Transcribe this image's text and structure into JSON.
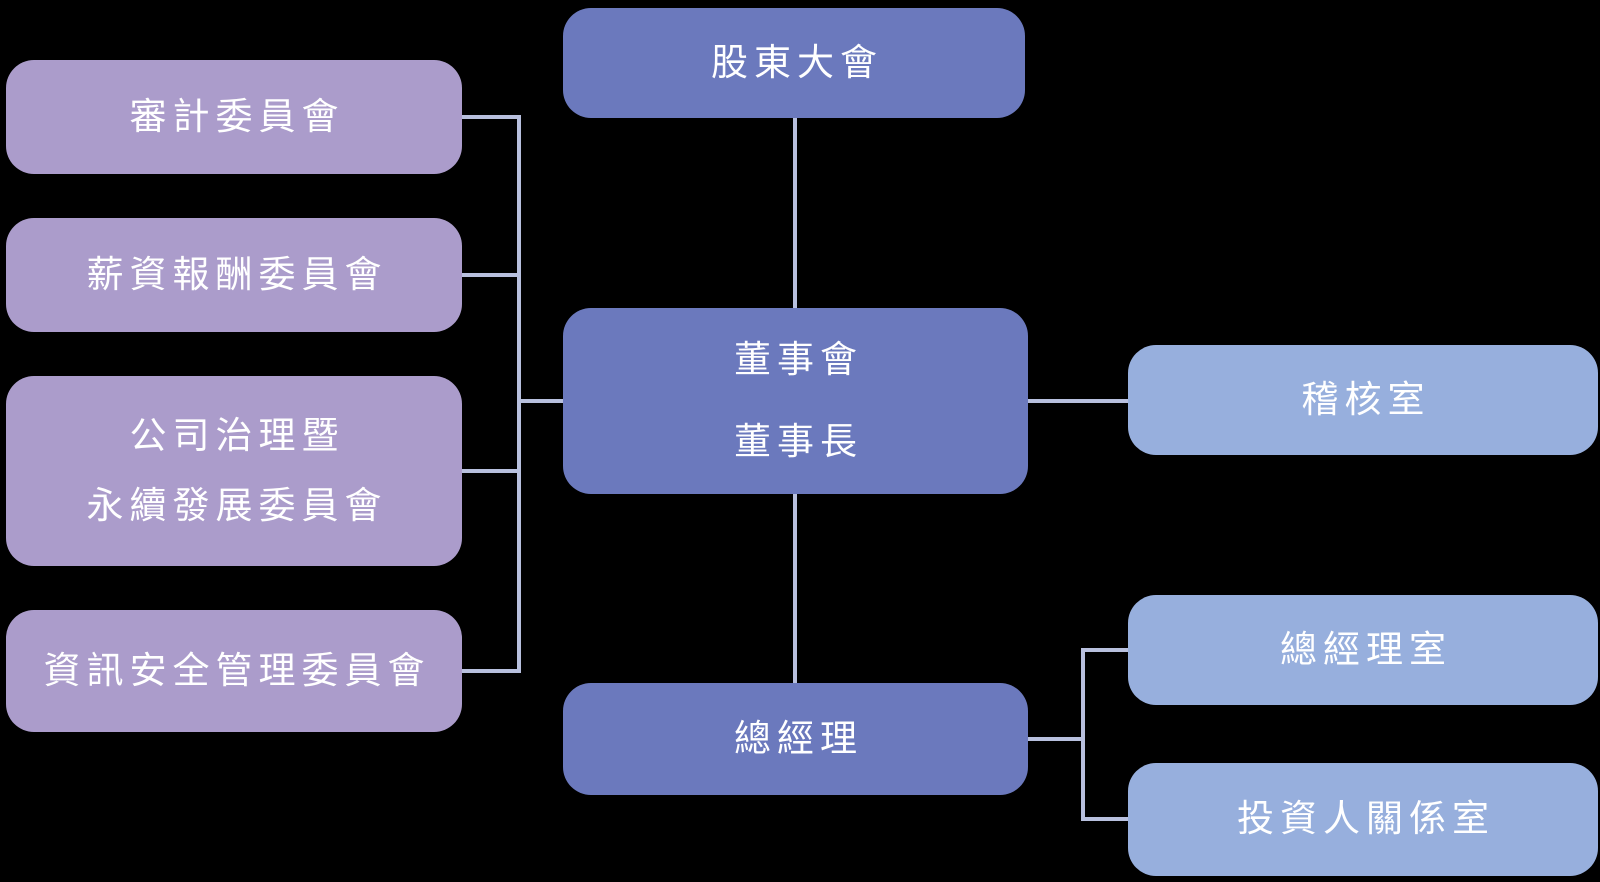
{
  "diagram": {
    "title": "organization-governance-chart",
    "background_color": "#000000",
    "connector_color": "#B8C0DE",
    "text_color": "#FFFFFF",
    "colors": {
      "committee_purple": "#AB9CCB",
      "governance_blue": "#6B79BD",
      "office_lightblue": "#97AFDD"
    },
    "nodes": {
      "shareholders": {
        "label": "股東大會"
      },
      "board": {
        "line1": "董事會",
        "line2": "董事長"
      },
      "general_manager": {
        "label": "總經理"
      },
      "audit_committee": {
        "label": "審計委員會"
      },
      "compensation_committee": {
        "label": "薪資報酬委員會"
      },
      "governance_committee": {
        "line1": "公司治理暨",
        "line2": "永續發展委員會"
      },
      "infosec_committee": {
        "label": "資訊安全管理委員會"
      },
      "audit_office": {
        "label": "稽核室"
      },
      "gm_office": {
        "label": "總經理室"
      },
      "ir_office": {
        "label": "投資人關係室"
      }
    },
    "edges": [
      "shareholders -> board",
      "board -> general_manager",
      "board -> audit_office",
      "board -> audit_committee",
      "board -> compensation_committee",
      "board -> governance_committee",
      "board -> infosec_committee",
      "general_manager -> gm_office",
      "general_manager -> ir_office"
    ]
  }
}
